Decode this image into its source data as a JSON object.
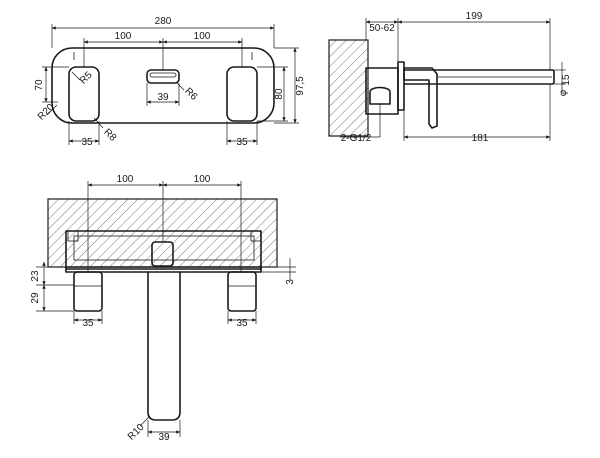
{
  "front_view": {
    "overall_width": "280",
    "spacing_left": "100",
    "spacing_right": "100",
    "height_70": "70",
    "height_80": "80",
    "height_97_5": "97,5",
    "radius_r5": "R5",
    "radius_r20": "R20",
    "radius_r8": "R8",
    "radius_r6": "R6",
    "spout_width": "39",
    "handle_left_width": "35",
    "handle_right_width": "35"
  },
  "side_view": {
    "wall_depth": "50-62",
    "spout_reach_199": "199",
    "spout_reach_181": "181",
    "inlet_label": "2-G1/2",
    "outlet_diameter": "15",
    "outlet_phi": "φ"
  },
  "top_view": {
    "spacing_left": "100",
    "spacing_right": "100",
    "dim_23": "23",
    "dim_29": "29",
    "dim_3": "3",
    "handle_left_width": "35",
    "handle_right_width": "35",
    "spout_radius": "R10",
    "spout_width": "39"
  },
  "colors": {
    "line": "#1a1a1a",
    "background": "#ffffff"
  }
}
